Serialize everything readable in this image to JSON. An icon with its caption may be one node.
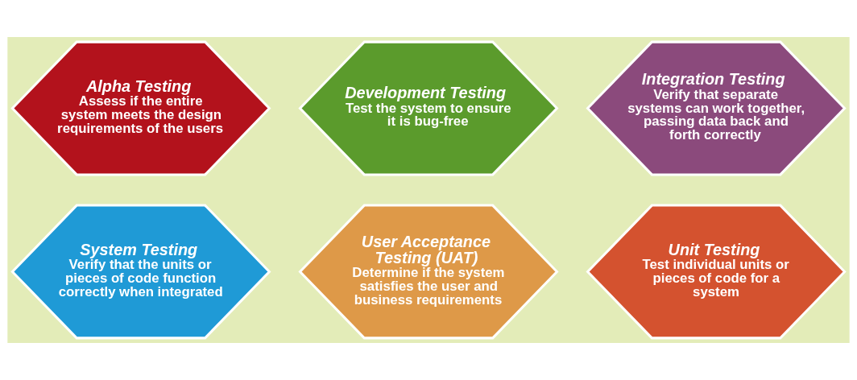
{
  "diagram": {
    "nodes": [
      {
        "text": [
          "Alpha Testing",
          "Assess if the entire system meets the design requirements of the users"
        ]
      },
      {
        "text": [
          "Development Testing",
          "Test the system to ensure it is bug-free"
        ]
      },
      {
        "text": [
          "Integration Testing",
          "Verify that separate systems can work together, passing data back and forth correctly"
        ]
      },
      {
        "text": [
          "System Testing",
          "Verify that the units or pieces of code function correctly when integrated"
        ]
      },
      {
        "text": [
          "User Acceptance Testing (UAT)",
          "Determine if the system satisfies the user and business requirements"
        ]
      },
      {
        "text": [
          "Unit Testing",
          "Test individual units or pieces of code for a system"
        ]
      }
    ],
    "edges": []
  }
}
